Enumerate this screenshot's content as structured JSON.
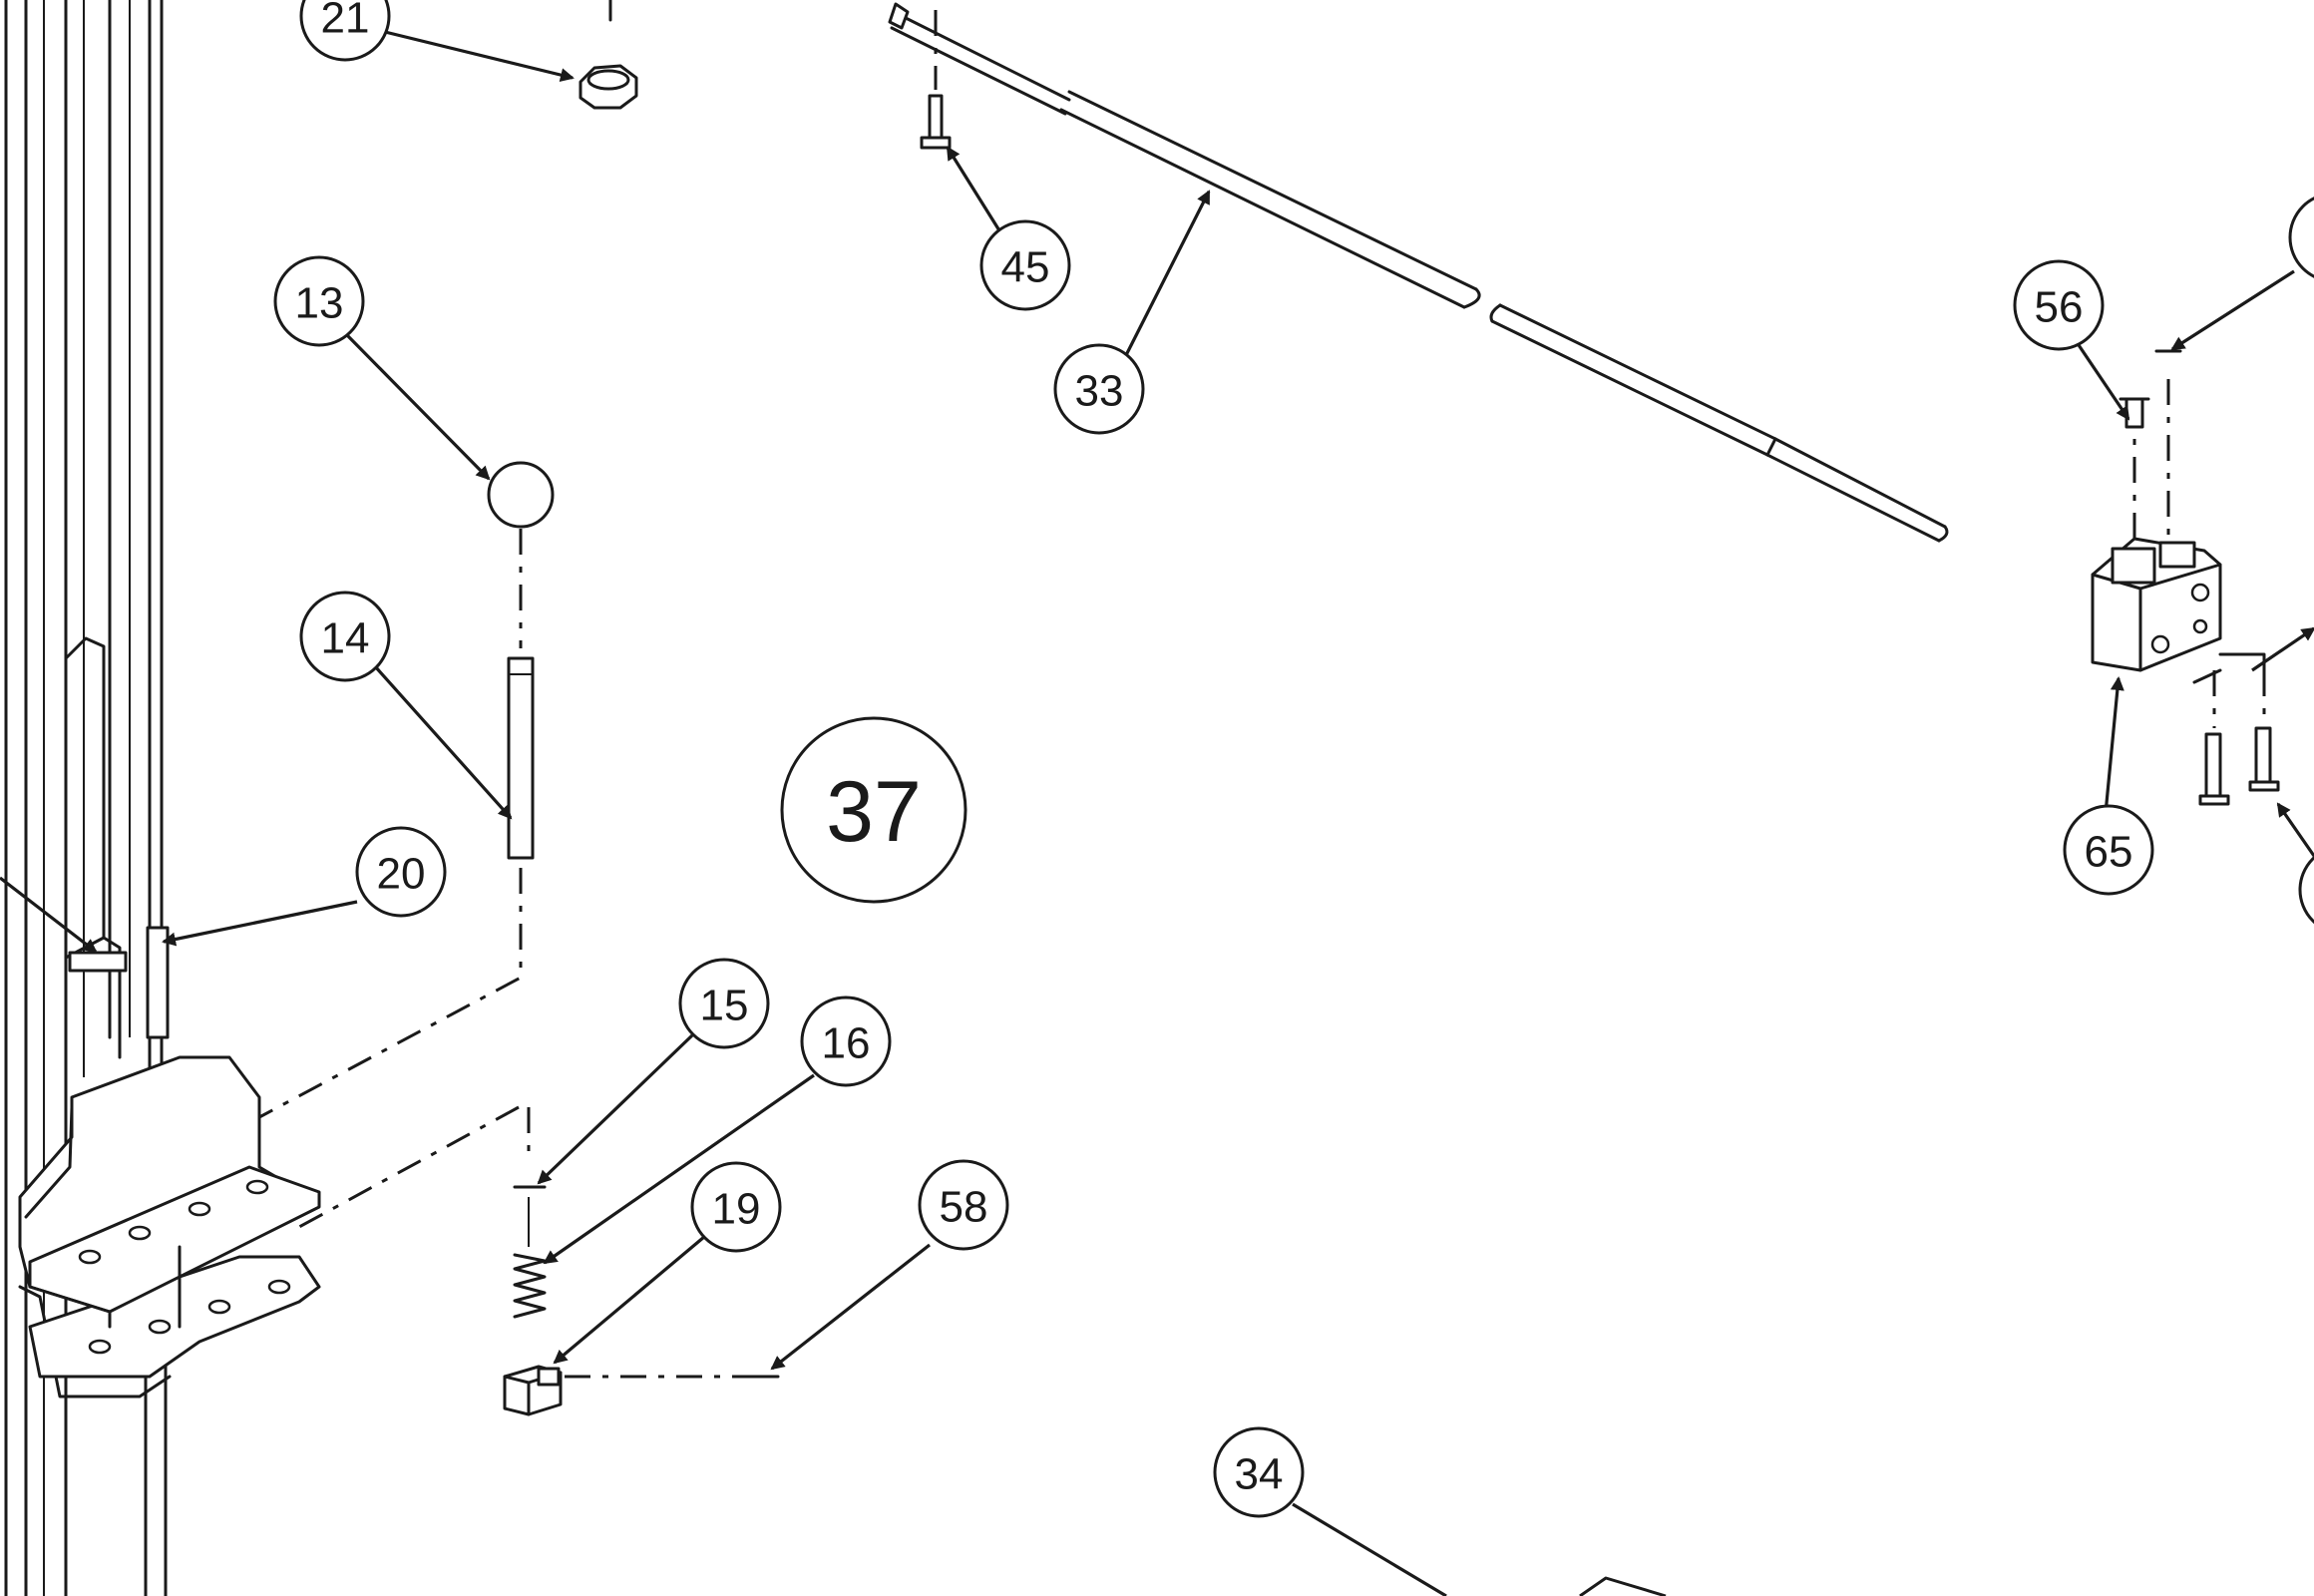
{
  "callouts": [
    {
      "id": "c21",
      "label": "21"
    },
    {
      "id": "c13",
      "label": "13"
    },
    {
      "id": "c14",
      "label": "14"
    },
    {
      "id": "c20",
      "label": "20"
    },
    {
      "id": "c37",
      "label": "37"
    },
    {
      "id": "c15",
      "label": "15"
    },
    {
      "id": "c16",
      "label": "16"
    },
    {
      "id": "c19",
      "label": "19"
    },
    {
      "id": "c58",
      "label": "58"
    },
    {
      "id": "c45",
      "label": "45"
    },
    {
      "id": "c33",
      "label": "33"
    },
    {
      "id": "c34",
      "label": "34"
    },
    {
      "id": "c56",
      "label": "56"
    },
    {
      "id": "c65",
      "label": "65"
    }
  ]
}
